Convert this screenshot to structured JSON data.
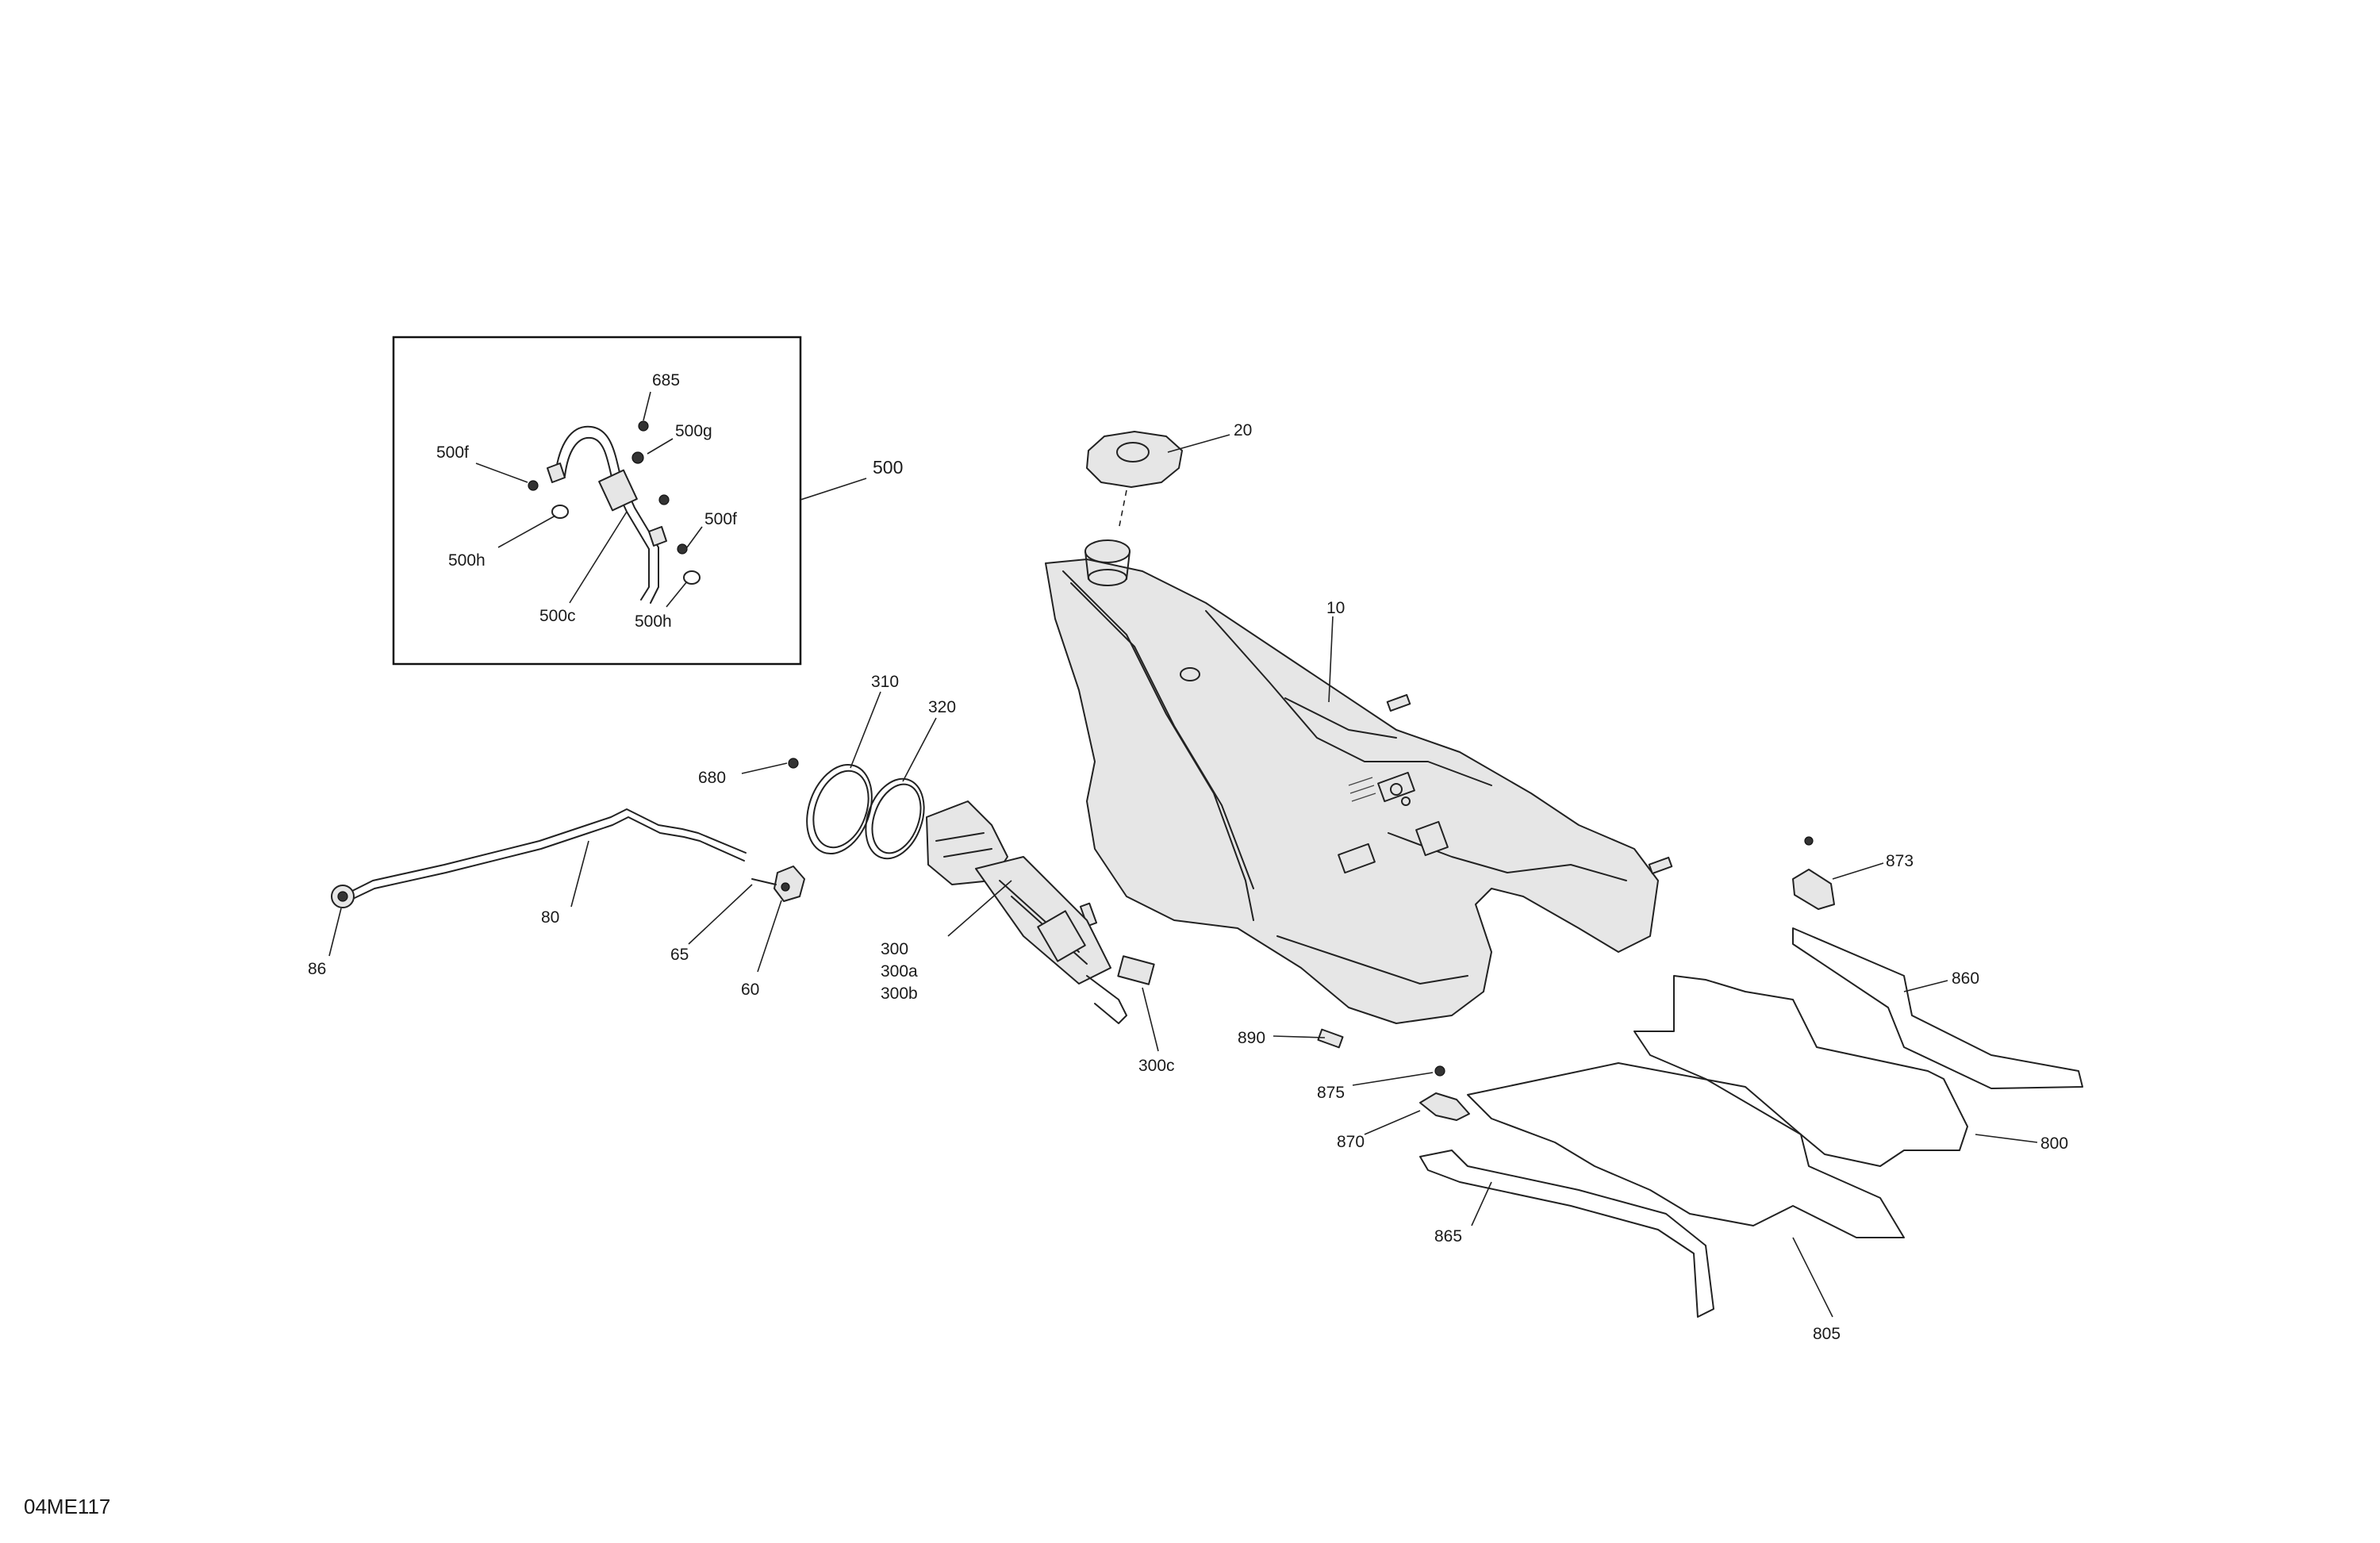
{
  "diagram_code": "04ME117",
  "callouts": {
    "c500": "500",
    "c685": "685",
    "c500f_a": "500f",
    "c500g": "500g",
    "c500f_b": "500f",
    "c500h_a": "500h",
    "c500c": "500c",
    "c500h_b": "500h",
    "c20": "20",
    "c10": "10",
    "c310": "310",
    "c320": "320",
    "c680": "680",
    "c300": "300",
    "c300a": "300a",
    "c300b": "300b",
    "c300c": "300c",
    "c80": "80",
    "c86": "86",
    "c65": "65",
    "c60": "60",
    "c873": "873",
    "c860": "860",
    "c890": "890",
    "c875": "875",
    "c870": "870",
    "c800": "800",
    "c865": "865",
    "c805": "805"
  }
}
